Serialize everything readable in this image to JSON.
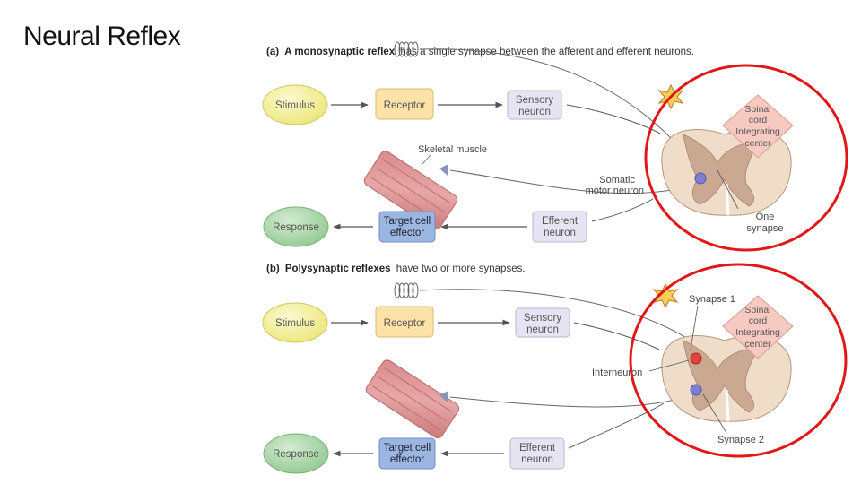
{
  "title": "Neural Reflex",
  "panel_a": {
    "caption_label": "(a)",
    "caption_bold": "A monosynaptic reflex",
    "caption_rest": "has a single synapse between the afferent and efferent neurons.",
    "stimulus": "Stimulus",
    "receptor": "Receptor",
    "sensory": [
      "Sensory",
      "neuron"
    ],
    "response": "Response",
    "target": [
      "Target cell",
      "effector"
    ],
    "efferent": [
      "Efferent",
      "neuron"
    ],
    "skeletal_muscle": "Skeletal muscle",
    "somatic": [
      "Somatic",
      "motor neuron"
    ],
    "spinal": [
      "Spinal",
      "cord",
      "Integrating",
      "center"
    ],
    "one_synapse": [
      "One",
      "synapse"
    ]
  },
  "panel_b": {
    "caption_label": "(b)",
    "caption_bold": "Polysynaptic reflexes",
    "caption_rest": "have two or more synapses.",
    "stimulus": "Stimulus",
    "receptor": "Receptor",
    "sensory": [
      "Sensory",
      "neuron"
    ],
    "response": "Response",
    "target": [
      "Target cell",
      "effector"
    ],
    "efferent": [
      "Efferent",
      "neuron"
    ],
    "synapse1": "Synapse 1",
    "interneuron": "Interneuron",
    "synapse2": "Synapse 2",
    "spinal": [
      "Spinal",
      "cord",
      "Integrating",
      "center"
    ]
  },
  "colors": {
    "stimulus": "#f4f19a",
    "receptor": "#fde2a8",
    "neuron_box": "#e6e4f2",
    "response": "#a9d6a7",
    "spinal_label": "#f6c9c1",
    "cord": "#efdcc9",
    "cord_gray": "#caa891",
    "highlight_circle": "#e11818"
  }
}
